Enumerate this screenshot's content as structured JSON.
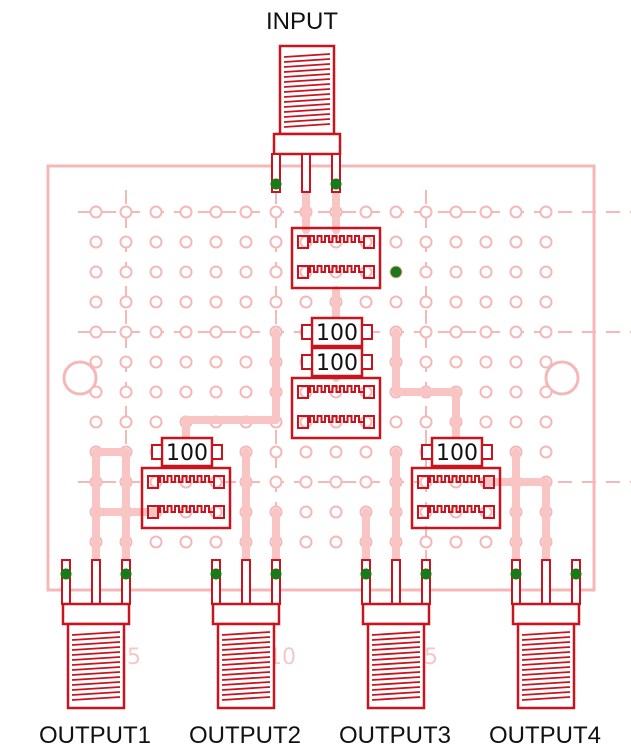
{
  "labels": {
    "input": "INPUT",
    "outputs": [
      "OUTPUT1",
      "OUTPUT2",
      "OUTPUT3",
      "OUTPUT4"
    ]
  },
  "resistors": [
    "100",
    "100",
    "100",
    "100"
  ],
  "grid_numbers": [
    "15",
    "10",
    "5"
  ],
  "colors": {
    "board": "#f5b8b8",
    "trace": "#f9c4c4",
    "part": "#c8141e",
    "pin": "#1a7a1a"
  }
}
